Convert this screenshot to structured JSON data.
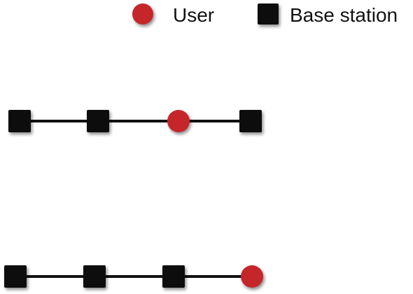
{
  "legend": {
    "user_label": "User",
    "base_station_label": "Base station"
  },
  "colors": {
    "user": "#c4262b",
    "base_station": "#0b0b0b",
    "link": "#111111"
  },
  "topologies": [
    {
      "nodes": [
        "base-station",
        "base-station",
        "user",
        "base-station"
      ]
    },
    {
      "nodes": [
        "base-station",
        "base-station",
        "base-station",
        "user"
      ]
    }
  ]
}
